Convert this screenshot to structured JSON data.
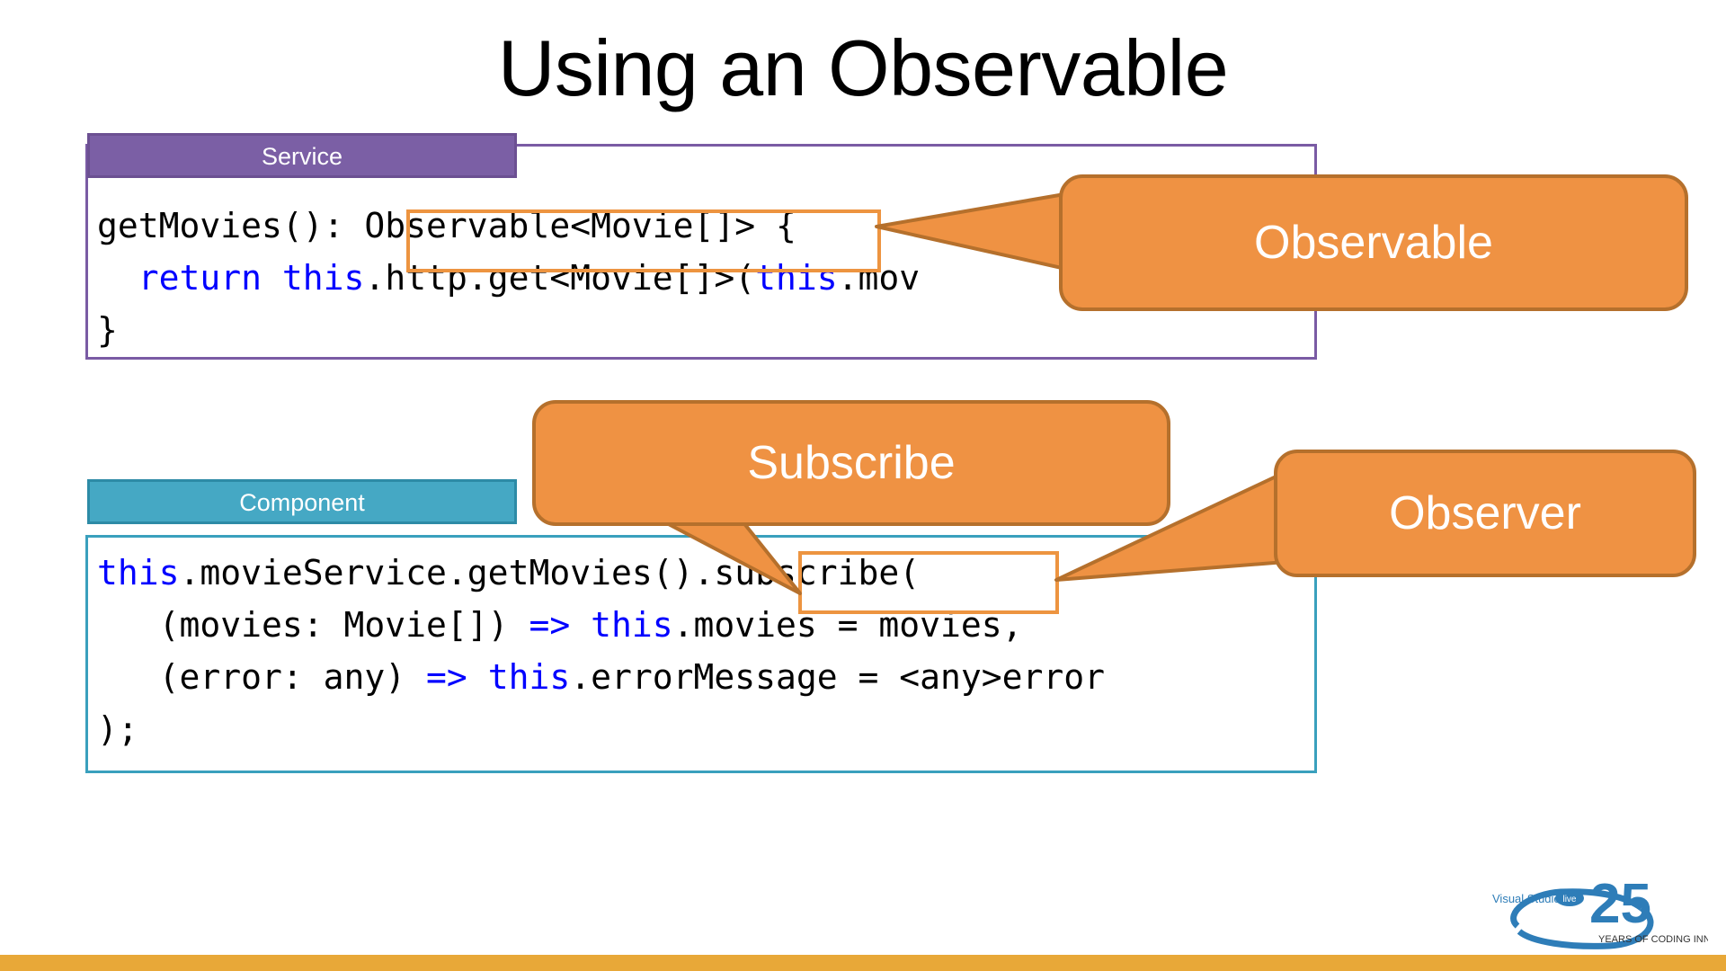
{
  "slide": {
    "title": "Using an Observable",
    "background": "#ffffff",
    "footer_bar_color": "#e8a838"
  },
  "service_block": {
    "header_label": "Service",
    "header_color": "#7b5fa5",
    "border_color": "#7a5ba4",
    "code_lines": [
      {
        "parts": [
          {
            "t": "getMovies(): Observable<Movie[]> {",
            "c": "plain"
          }
        ]
      },
      {
        "parts": [
          {
            "t": "  ",
            "c": "plain"
          },
          {
            "t": "return this",
            "c": "kw"
          },
          {
            "t": ".http.get<Movie[]>(",
            "c": "plain"
          },
          {
            "t": "this",
            "c": "kw"
          },
          {
            "t": ".mov",
            "c": "plain"
          }
        ]
      },
      {
        "parts": [
          {
            "t": "}",
            "c": "plain"
          }
        ]
      }
    ]
  },
  "component_block": {
    "header_label": "Component",
    "header_color": "#45a8c4",
    "border_color": "#3aa0bd",
    "code_lines": [
      {
        "parts": [
          {
            "t": "this",
            "c": "kw"
          },
          {
            "t": ".movieService.getMovies().subscribe(",
            "c": "plain"
          }
        ]
      },
      {
        "parts": [
          {
            "t": "   (movies: Movie[]) ",
            "c": "plain"
          },
          {
            "t": "=>",
            "c": "kw"
          },
          {
            "t": " ",
            "c": "plain"
          },
          {
            "t": "this",
            "c": "kw"
          },
          {
            "t": ".movies = movies,",
            "c": "plain"
          }
        ]
      },
      {
        "parts": [
          {
            "t": "   (error: any) ",
            "c": "plain"
          },
          {
            "t": "=>",
            "c": "kw"
          },
          {
            "t": " ",
            "c": "plain"
          },
          {
            "t": "this",
            "c": "kw"
          },
          {
            "t": ".errorMessage = <any>error",
            "c": "plain"
          }
        ]
      },
      {
        "parts": [
          {
            "t": ");",
            "c": "plain"
          }
        ]
      }
    ]
  },
  "highlights": [
    {
      "name": "observable-token",
      "token": "Observable<Movie[]>",
      "color": "#ed9440"
    },
    {
      "name": "subscribe-token",
      "token": ".subscribe",
      "color": "#ed9440"
    }
  ],
  "callouts": [
    {
      "label": "Observable",
      "fill": "#ef9243",
      "stroke": "#b5702c"
    },
    {
      "label": "Subscribe",
      "fill": "#ef9243",
      "stroke": "#b5702c"
    },
    {
      "label": "Observer",
      "fill": "#ef9243",
      "stroke": "#b5702c"
    }
  ],
  "logo": {
    "brand": "Visual Studio",
    "live": "live",
    "number": "25",
    "tagline": "YEARS OF CODING INNOVATION",
    "color": "#2e7db8"
  }
}
